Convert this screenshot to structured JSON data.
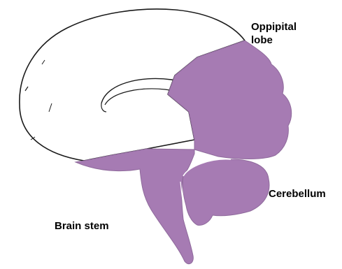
{
  "colors": {
    "highlight": "#a67bb3",
    "outline": "#1a1a1a",
    "background": "#ffffff"
  },
  "labels": {
    "occipital_line1": "Oppipital",
    "occipital_line2": "lobe",
    "cerebellum": "Cerebellum",
    "brain_stem": "Brain stem"
  }
}
